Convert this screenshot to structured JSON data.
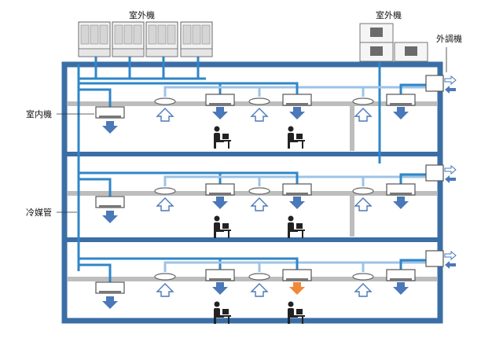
{
  "labels": {
    "outdoor_units_left": "室外機",
    "outdoor_units_right": "室外機",
    "outside_air_unit": "外調機",
    "indoor_unit": "室内機",
    "refrigerant_pipe": "冷媒管"
  },
  "diagram": {
    "floors": 3,
    "outdoor_units_left_count": 4,
    "outdoor_units_right_count": 3,
    "colors": {
      "building": "#3b6ea5",
      "pipe_main": "#2f86c8",
      "pipe_light": "#9dc3e6",
      "duct": "#bdbdbd",
      "airflow_down": "#4a78b8",
      "airflow_highlight": "#f0883a"
    }
  }
}
